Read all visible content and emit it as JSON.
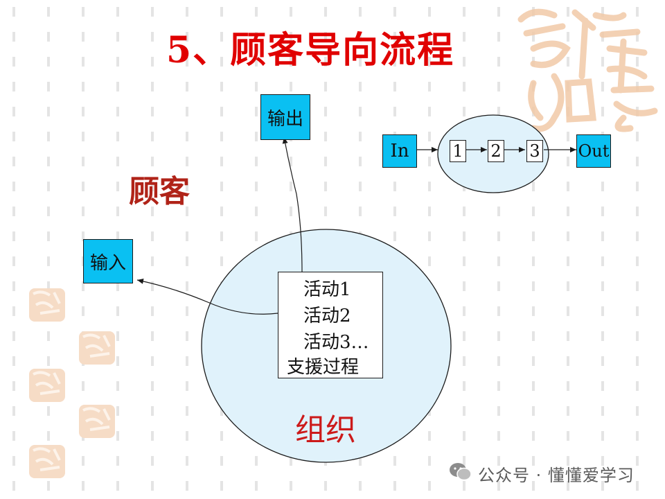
{
  "title": "5、顾客导向流程",
  "customer_label": "顾客",
  "output_box": "输出",
  "input_box": "输入",
  "activities": [
    "活动1",
    "活动2",
    "活动3…",
    "支援过程"
  ],
  "organization_label": "组织",
  "mini_flow": {
    "in": "In",
    "steps": [
      "1",
      "2",
      "3"
    ],
    "out": "Out"
  },
  "watermark": "公众号 · 懂懂爱学习",
  "colors": {
    "title": "#e00000",
    "customer": "#b02318",
    "box_fill": "#0ac0f2",
    "ellipse_fill": "#e0f2fb",
    "organization": "#cc1a1a",
    "seal": "#f2c9a8"
  }
}
